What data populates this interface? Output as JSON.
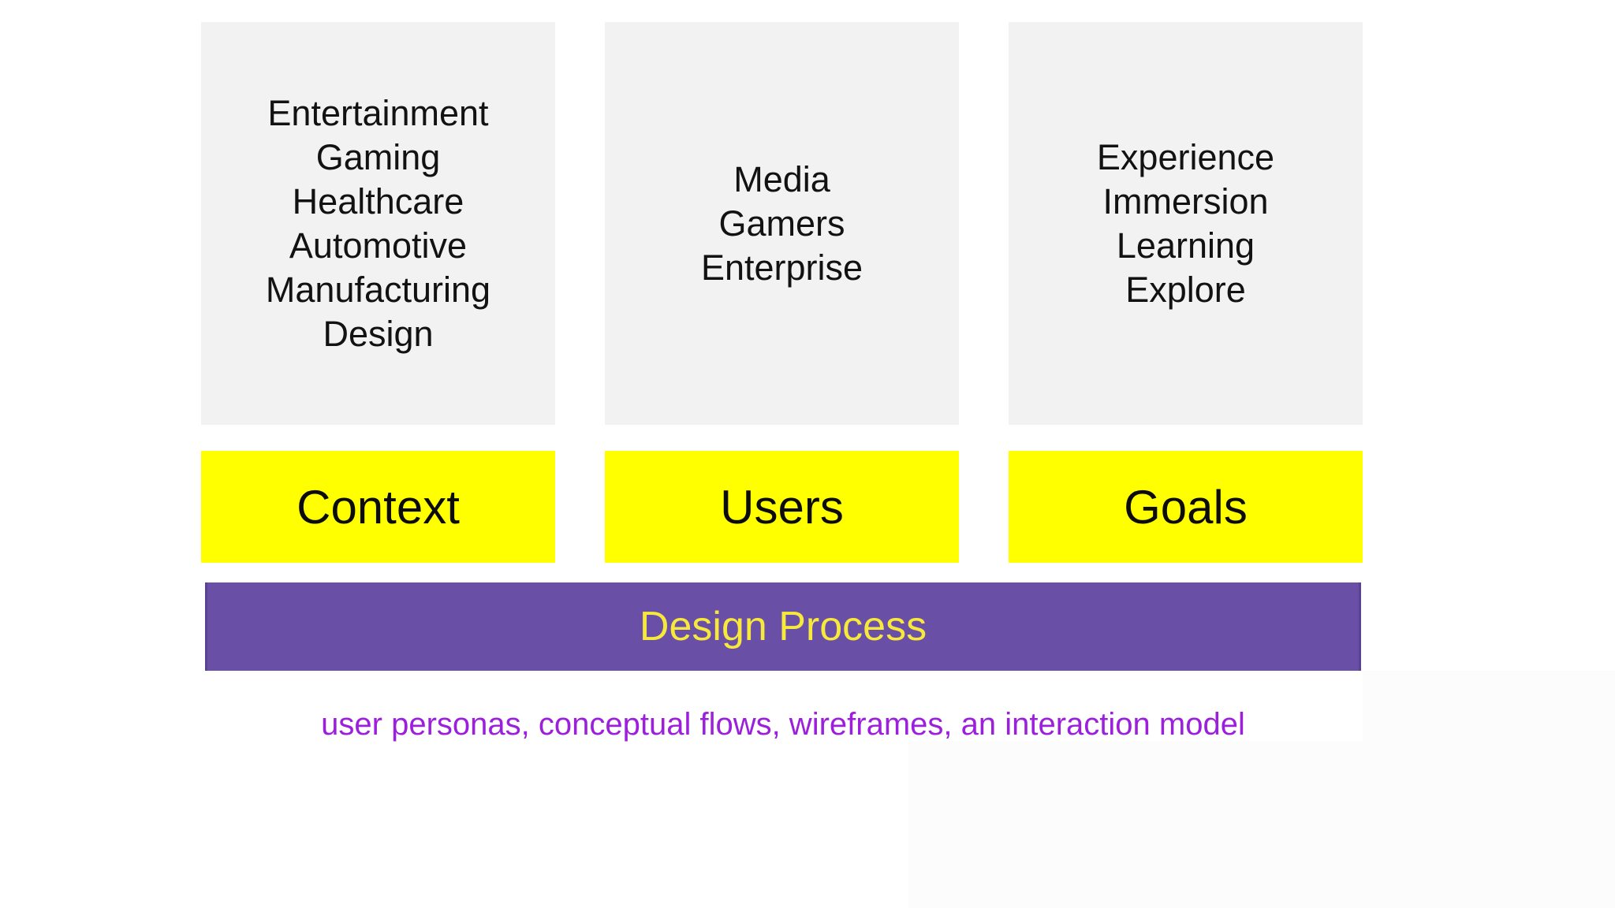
{
  "columns": [
    {
      "label": "Context",
      "items": [
        "Entertainment",
        "Gaming",
        "Healthcare",
        "Automotive",
        "Manufacturing",
        "Design"
      ]
    },
    {
      "label": "Users",
      "items": [
        "Media",
        "Gamers",
        "Enterprise"
      ]
    },
    {
      "label": "Goals",
      "items": [
        "Experience",
        "Immersion",
        "Learning",
        "Explore"
      ]
    }
  ],
  "process_bar": {
    "label": "Design Process"
  },
  "caption": {
    "text": "user personas, conceptual flows, wireframes, an interaction model"
  },
  "colors": {
    "box_fill": "#f2f2f2",
    "label_fill": "#ffff00",
    "process_fill": "#6a4fa6",
    "process_text": "#f6e93c",
    "caption_text": "#9c1fdb",
    "body_text": "#121212",
    "background": "#ffffff"
  }
}
